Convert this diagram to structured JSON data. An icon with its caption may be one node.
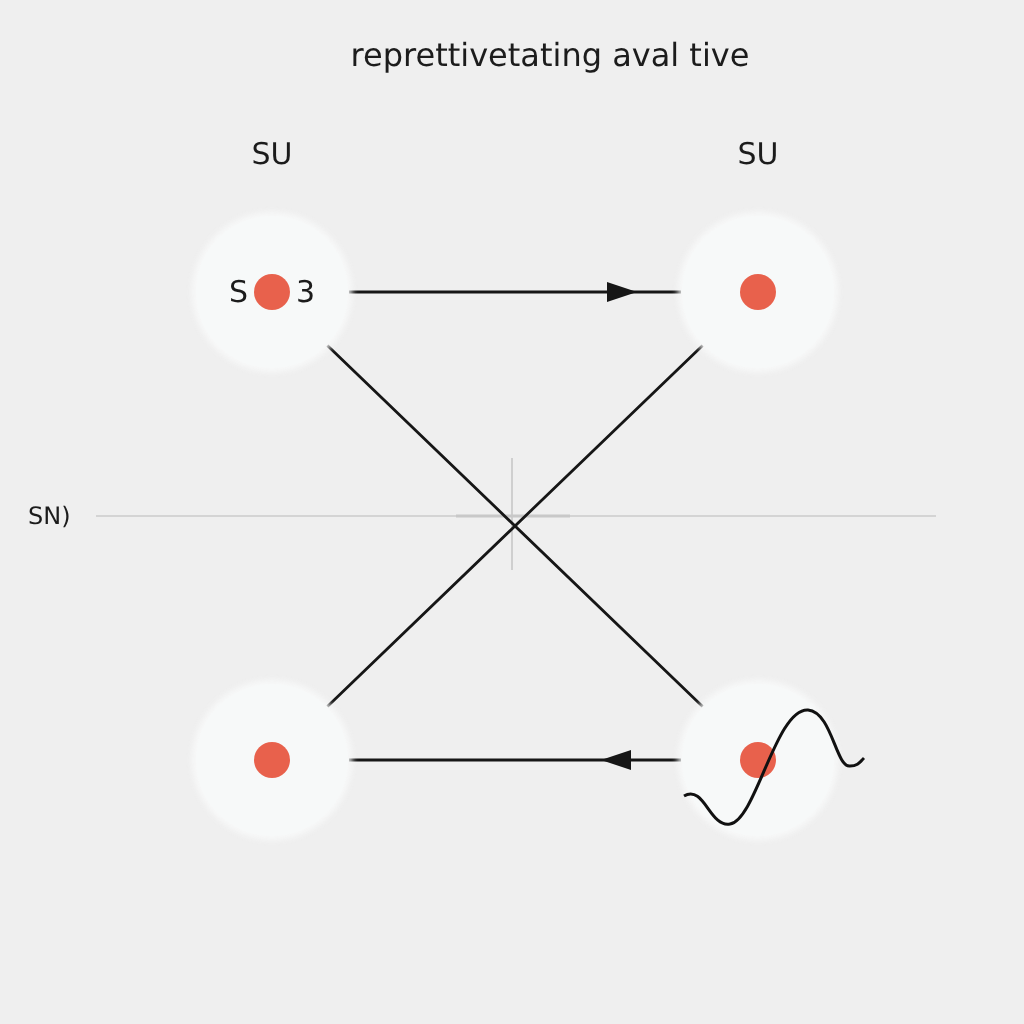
{
  "diagram": {
    "title": "reprettivetating aval tive",
    "nodes": [
      {
        "text": [
          "SU",
          "S",
          "3"
        ]
      },
      {
        "text": [
          "SU"
        ]
      },
      {
        "text": [],
        "shape": "circle"
      },
      {
        "text": [],
        "shape": "circle"
      }
    ],
    "edges": [
      {
        "from": 0,
        "to": 1,
        "arrow": "to"
      },
      {
        "from": 0,
        "to": 3,
        "arrow": "none"
      },
      {
        "from": 2,
        "to": 1,
        "arrow": "none"
      },
      {
        "from": 3,
        "to": 2,
        "arrow": "to"
      }
    ],
    "labels": [
      "SN)"
    ]
  }
}
